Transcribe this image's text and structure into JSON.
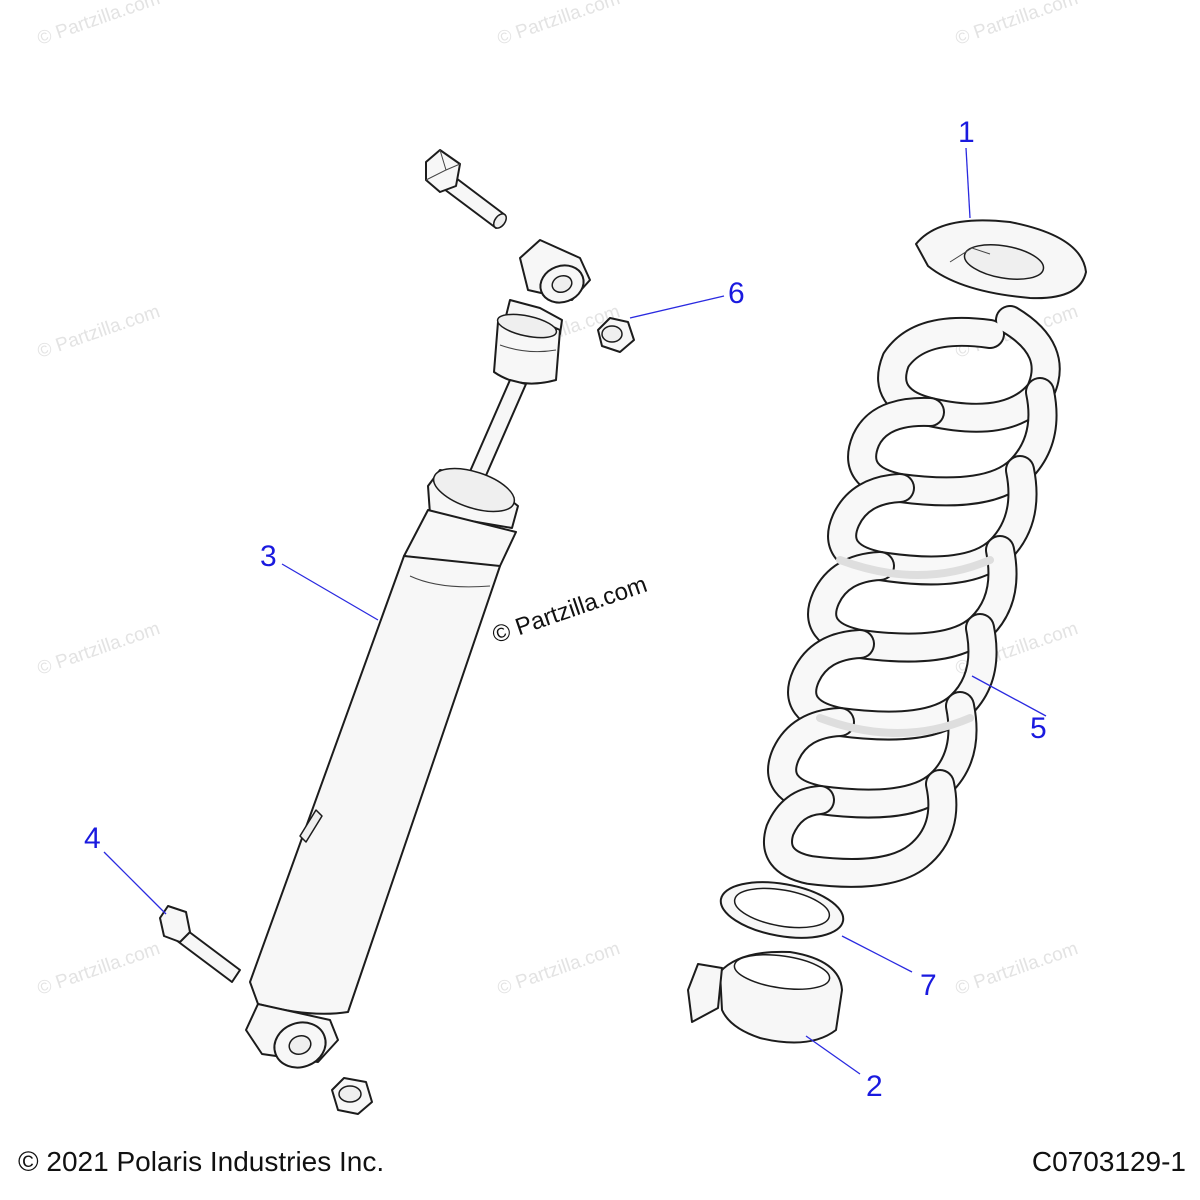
{
  "watermark": {
    "text": "© Partzilla.com",
    "center_text": "© Partzilla.com"
  },
  "callouts": {
    "c1": "1",
    "c2": "2",
    "c3": "3",
    "c4": "4",
    "c5": "5",
    "c6": "6",
    "c7": "7"
  },
  "footer": {
    "copyright": "© 2021 Polaris Industries Inc.",
    "diagram_code": "C0703129-1"
  },
  "colors": {
    "callout": "#1a1adf",
    "watermark": "#e3e3e3",
    "line": "#1c1c1c"
  }
}
